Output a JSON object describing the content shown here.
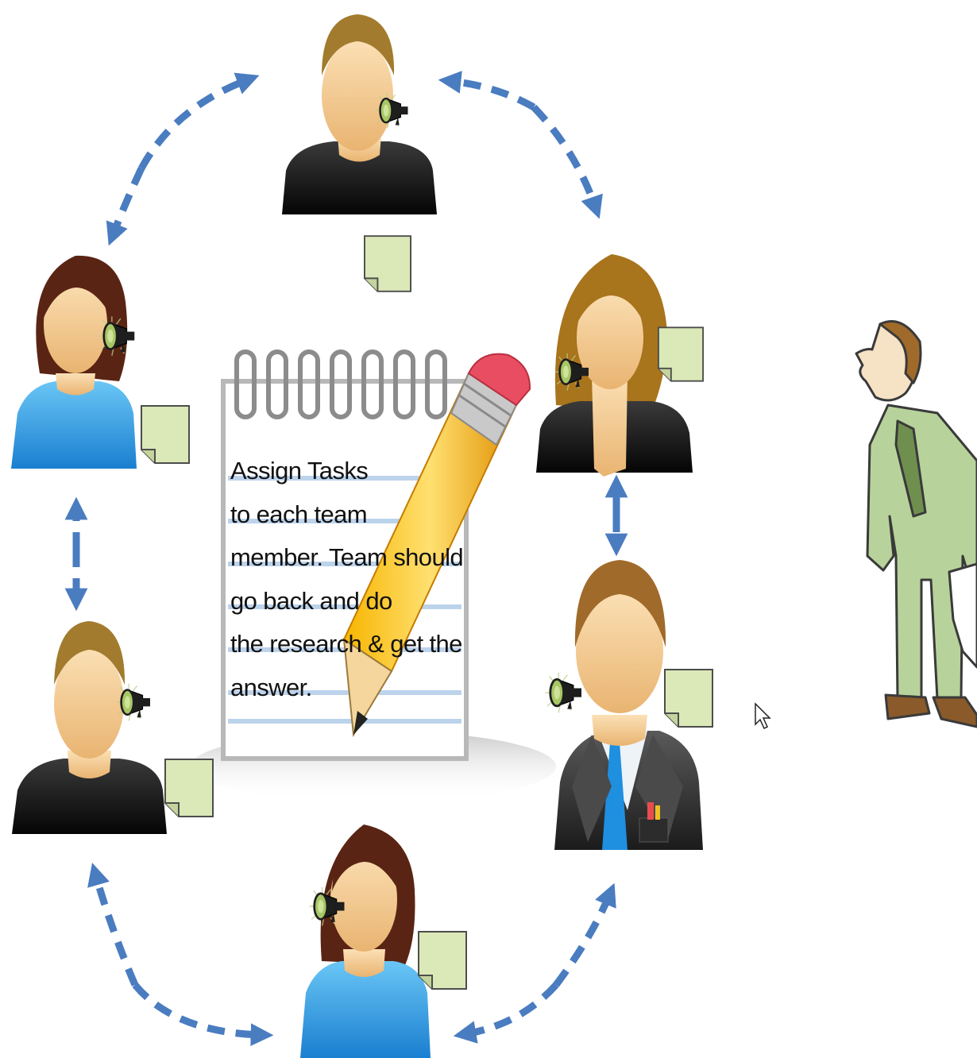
{
  "notepad": {
    "lines": [
      "Assign Tasks",
      "to each team",
      "member. Team should",
      "go back and do",
      "the research & get the",
      "answer."
    ]
  },
  "colors": {
    "arrow": "#4a7cc0",
    "sticky_note": "#dbe8b8",
    "shirt_black": "#101010",
    "shirt_blue": "#2e9fe0",
    "skin": "#f3c891",
    "hair_light": "#a27b2e",
    "hair_dark": "#5a2414",
    "suit_green": "#b7d39b",
    "megaphone": "#9fbf5b"
  },
  "icons": [
    "megaphone-icon",
    "sticky-note-icon",
    "pencil-icon",
    "notepad-icon",
    "mouse-cursor-icon",
    "person-icon"
  ]
}
